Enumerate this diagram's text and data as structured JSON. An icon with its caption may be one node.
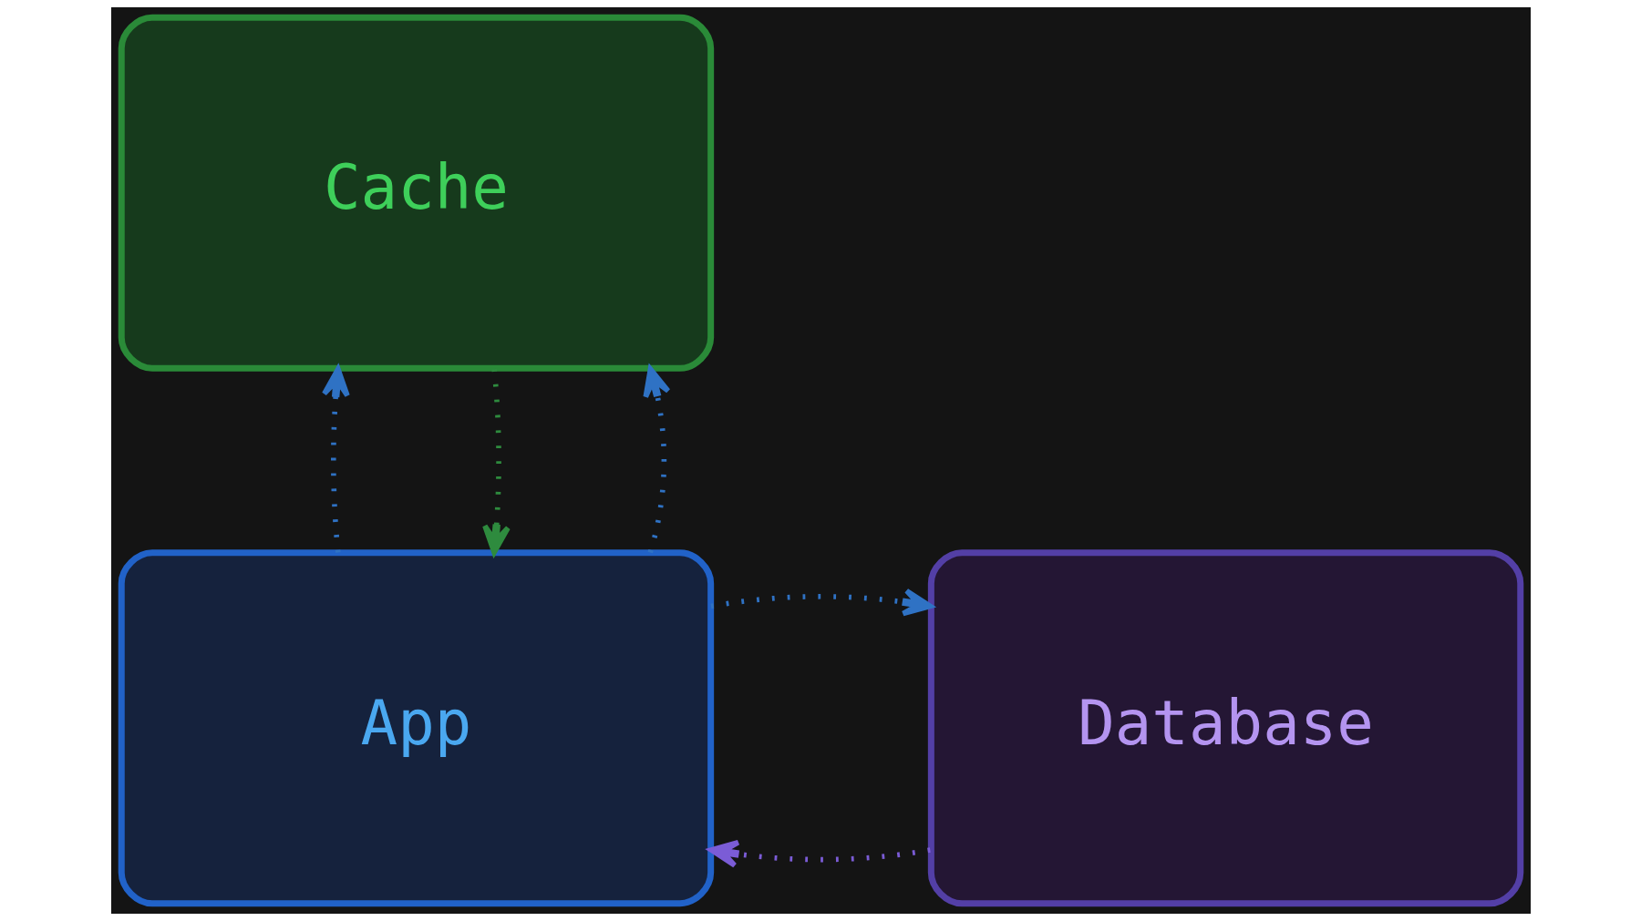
{
  "diagram": {
    "nodes": [
      {
        "text": [
          "Cache"
        ]
      },
      {
        "text": [
          "App"
        ]
      },
      {
        "text": [
          "Database"
        ]
      }
    ],
    "edges": [
      {
        "from": 1,
        "to": 0,
        "arrow": "to"
      },
      {
        "from": 0,
        "to": 1,
        "arrow": "to",
        "color": "#2e8b3e"
      },
      {
        "from": 1,
        "to": 0,
        "arrow": "to"
      },
      {
        "from": 2,
        "to": 1,
        "arrow": "to",
        "color": "#7b5cd6"
      },
      {
        "from": 1,
        "to": 2,
        "arrow": "to"
      }
    ]
  }
}
